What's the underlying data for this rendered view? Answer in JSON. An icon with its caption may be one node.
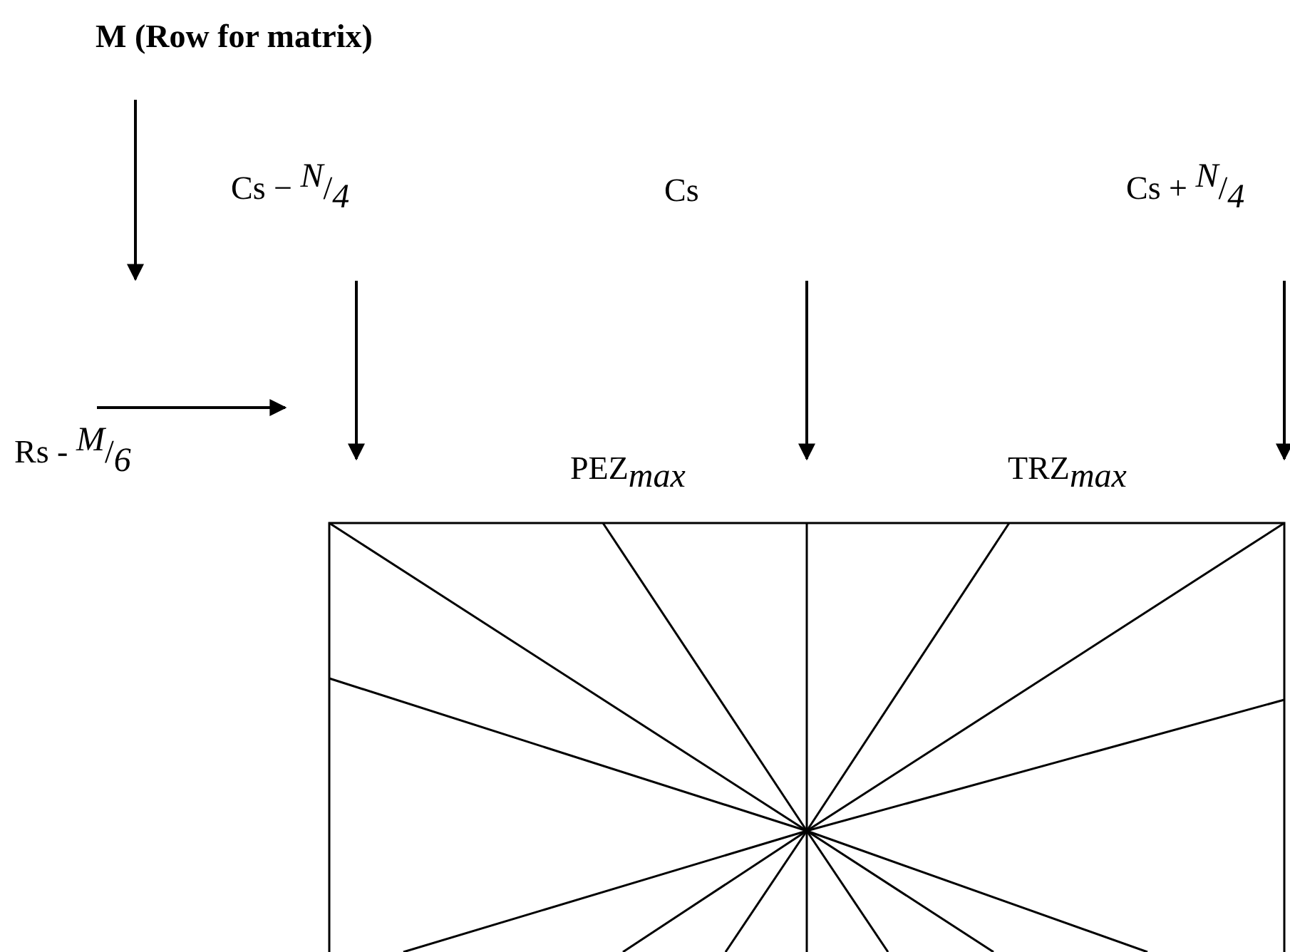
{
  "diagram": {
    "labels": [
      "M (Row for matrix)",
      "Cs  − $^{N}$/$_{4}$",
      "Cs",
      "Cs + $^{N}$/$_{4}$",
      "Rs -  $^{M}$/$_{6}$",
      "PEZ$_{max}$",
      "TRZ$_{max}$"
    ]
  }
}
